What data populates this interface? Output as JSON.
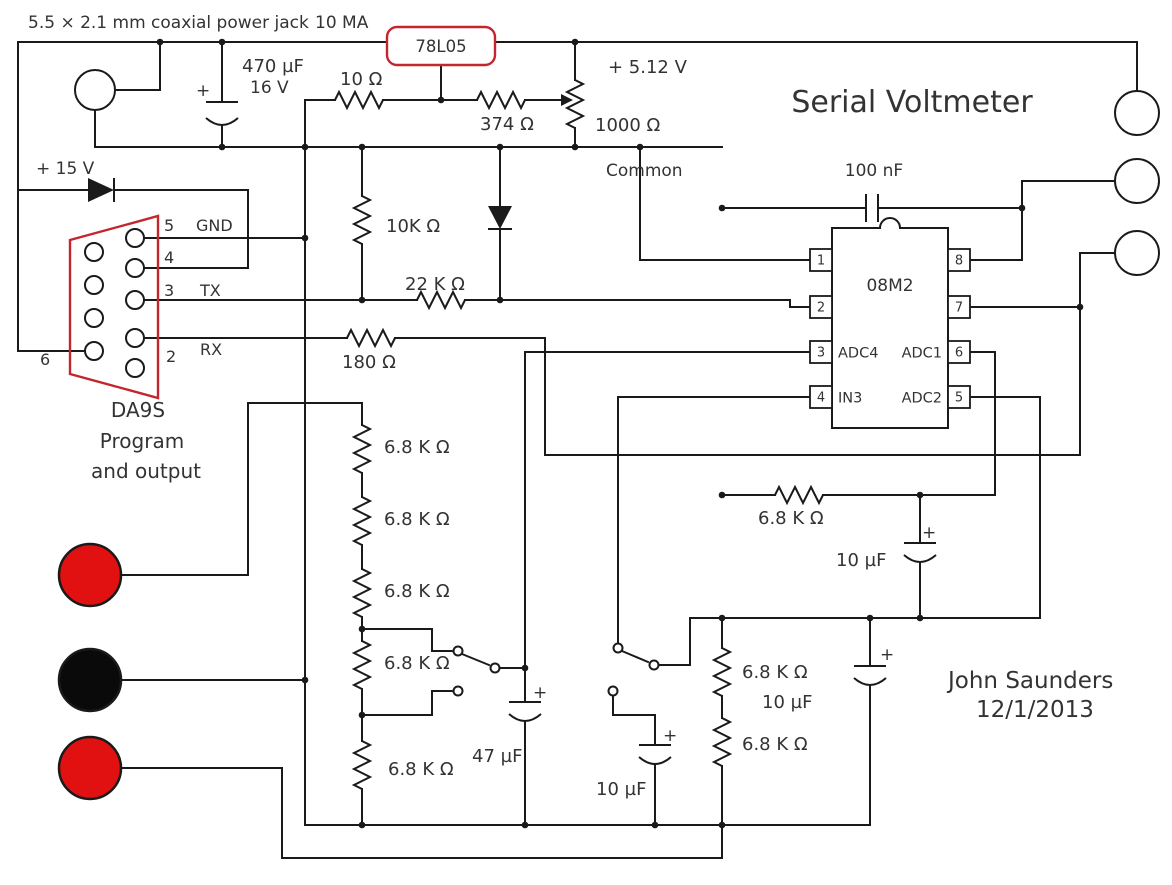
{
  "title": "Serial Voltmeter",
  "author": {
    "name": "John Saunders",
    "date": "12/1/2013"
  },
  "notes": {
    "power_jack": "5.5 × 2.1 mm coaxial power jack",
    "current_rating": "10 MA"
  },
  "components": {
    "regulator": "78L05",
    "cap_bulk": "470 µF",
    "cap_bulk_voltage": "16 V",
    "r_input": "10 Ω",
    "r_cal": "374 Ω",
    "pot": "1000 Ω",
    "v_out": "+ 5.12 V",
    "v_in": "+ 15 V",
    "rail_common": "Common",
    "r_pulldown": "10K Ω",
    "r_serial_in": "22 K Ω",
    "r_serial_out": "180 Ω",
    "r_divider": "6.8 K Ω",
    "cap_ic": "100 nF",
    "ic_name": "08M2",
    "cap_filter_47": "47 µF",
    "cap_filter_10": "10 µF",
    "plus": "+"
  },
  "connector": {
    "name": "DA9S",
    "caption_line1": "Program",
    "caption_line2": "and output",
    "pin5": "5",
    "pin5_label": "GND",
    "pin4": "4",
    "pin3": "3",
    "pin3_label": "TX",
    "pin2": "2",
    "pin2_label": "RX",
    "pin6": "6"
  },
  "ic": {
    "pin1": "1",
    "pin2": "2",
    "pin3": "3",
    "pin4": "4",
    "pin5": "5",
    "pin6": "6",
    "pin7": "7",
    "pin8": "8",
    "adc4": "ADC4",
    "adc1": "ADC1",
    "in3": "IN3",
    "adc2": "ADC2"
  },
  "colors": {
    "wire": "#1a1a1a",
    "accent_red": "#c4262e",
    "terminal_red": "#e11111",
    "terminal_black": "#0a0a0a",
    "text": "#333333"
  }
}
